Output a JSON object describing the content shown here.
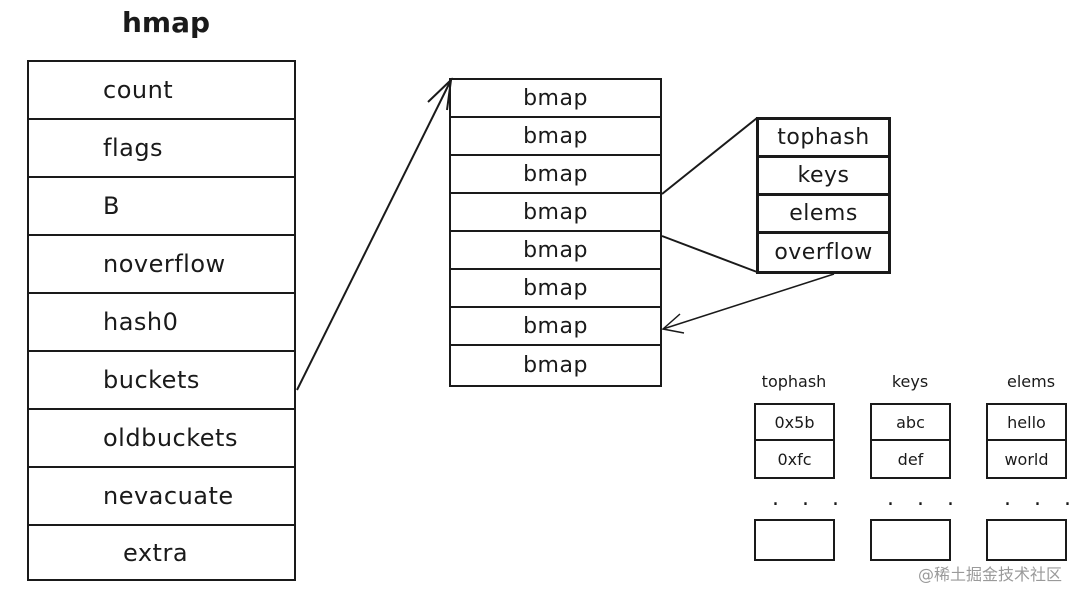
{
  "hmap": {
    "title": "hmap",
    "fields": [
      "count",
      "flags",
      "B",
      "noverflow",
      "hash0",
      "buckets",
      "oldbuckets",
      "nevacuate",
      "extra"
    ]
  },
  "bmap": {
    "rows": [
      "bmap",
      "bmap",
      "bmap",
      "bmap",
      "bmap",
      "bmap",
      "bmap",
      "bmap"
    ]
  },
  "bucket": {
    "fields": [
      "tophash",
      "keys",
      "elems",
      "overflow"
    ]
  },
  "arrays": {
    "tophash": {
      "title": "tophash",
      "values": [
        "0x5b",
        "0xfc"
      ]
    },
    "keys": {
      "title": "keys",
      "values": [
        "abc",
        "def"
      ]
    },
    "elems": {
      "title": "elems",
      "values": [
        "hello",
        "world"
      ]
    },
    "ellipsis": ". . ."
  },
  "watermark": "@稀土掘金技术社区"
}
